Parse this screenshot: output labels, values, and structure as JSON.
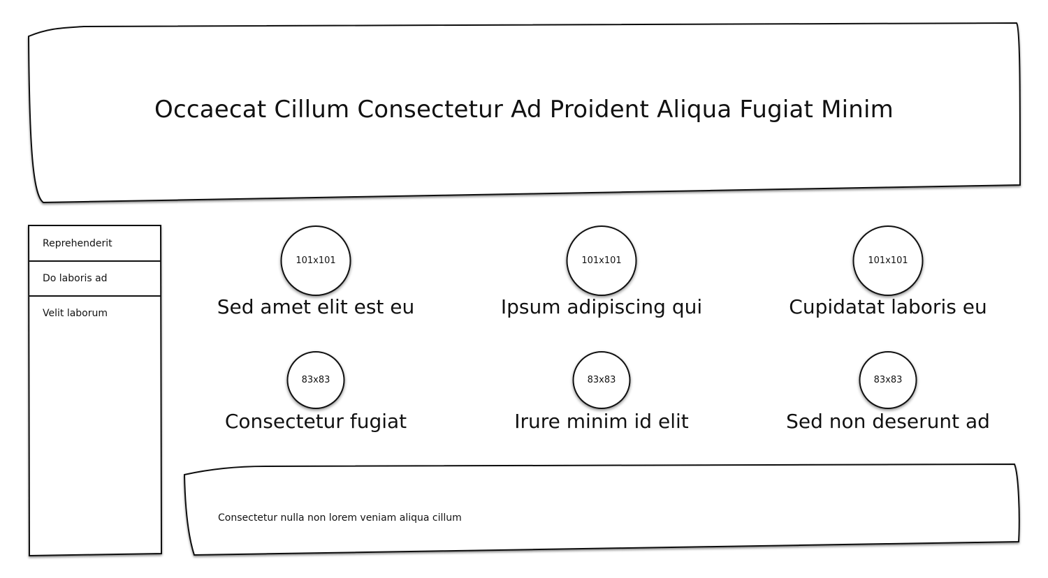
{
  "header": {
    "title": "Occaecat Cillum Consectetur Ad Proident Aliqua Fugiat Minim"
  },
  "sidebar": {
    "items": [
      {
        "label": "Reprehenderit"
      },
      {
        "label": "Do laboris ad"
      },
      {
        "label": "Velit laborum"
      }
    ]
  },
  "cards": [
    {
      "image_label": "101x101",
      "caption": "Sed amet elit est eu"
    },
    {
      "image_label": "101x101",
      "caption": "Ipsum adipiscing qui"
    },
    {
      "image_label": "101x101",
      "caption": "Cupidatat laboris eu"
    },
    {
      "image_label": "83x83",
      "caption": "Consectetur fugiat"
    },
    {
      "image_label": "83x83",
      "caption": "Irure minim id elit"
    },
    {
      "image_label": "83x83",
      "caption": "Sed non deserunt ad"
    }
  ],
  "footer": {
    "text": "Consectetur nulla non lorem veniam aliqua cillum"
  },
  "colors": {
    "stroke": "#111111",
    "background": "#ffffff"
  }
}
